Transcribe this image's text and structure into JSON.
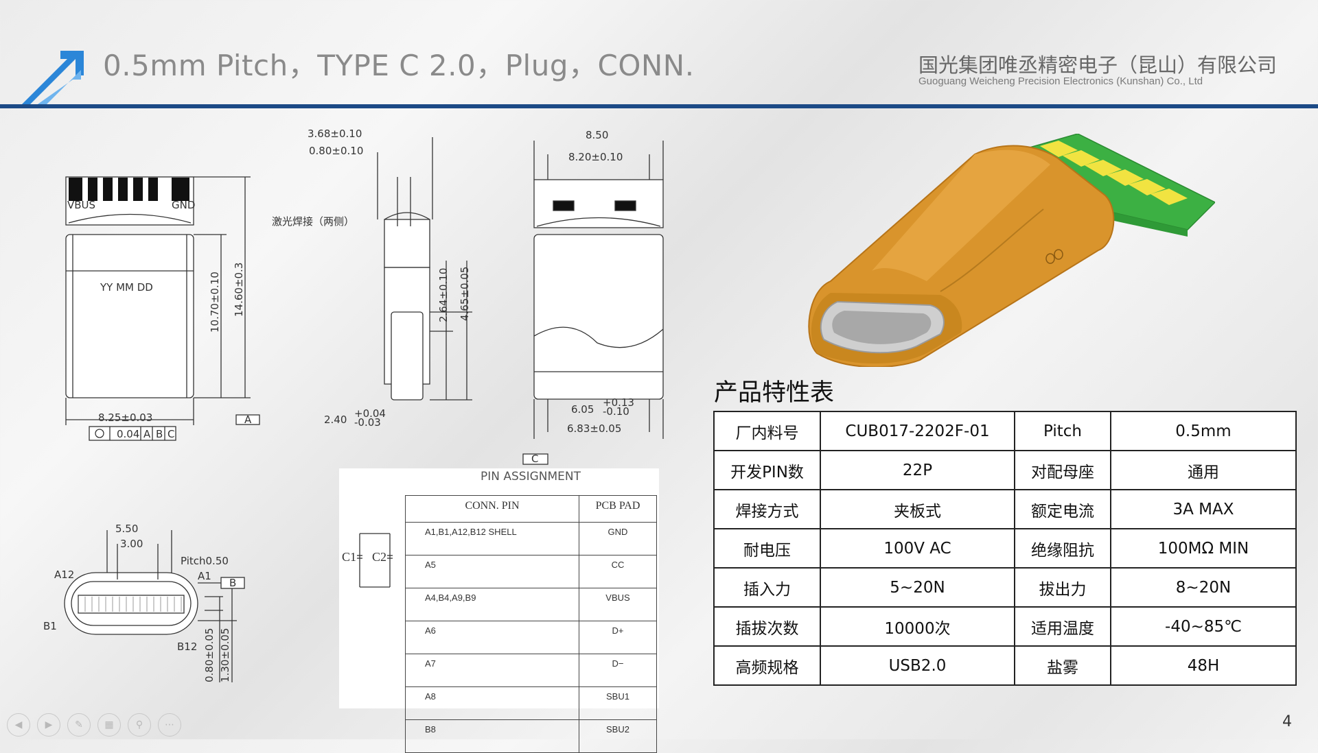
{
  "header": {
    "title": "0.5mm Pitch，TYPE C 2.0，Plug，CONN.",
    "company_cn": "国光集团唯丞精密电子（昆山）有限公司",
    "company_en": "Guoguang Weicheng Precision Electronics (Kunshan) Co., Ltd",
    "accent_color": "#1c4a86",
    "logo_color": "#2b86d8"
  },
  "drawing": {
    "front_pins": [
      "VBUS",
      "GND"
    ],
    "date_code": "YY MM DD",
    "dims": {
      "width_825": "8.25±0.03",
      "h_1070": "10.70±0.10",
      "h_1460": "14.60±0.3",
      "tol": [
        "0.04",
        "A",
        "B",
        "C"
      ],
      "datum_a": "A",
      "side_368": "3.68±0.10",
      "side_080": "0.80±0.10",
      "laser_note": "激光焊接（两侧）",
      "side_264": "2.64±0.10",
      "side_465": "4.65±0.05",
      "side_240": "2.40",
      "side_240_tol_up": "+0.04",
      "side_240_tol_dn": "-0.03",
      "top_850": "8.50",
      "top_820": "8.20±0.10",
      "top_605": "6.05",
      "top_605_up": "+0.13",
      "top_605_dn": "-0.10",
      "top_683": "6.83±0.05",
      "datum_c": "C",
      "end_550": "5.50",
      "end_300": "3.00",
      "pitch": "Pitch0.50",
      "a12": "A12",
      "a1": "A1",
      "b1": "B1",
      "b12": "B12",
      "datum_b": "B",
      "end_080": "0.80±0.05",
      "end_130": "1.30±0.05"
    }
  },
  "pin_assignment": {
    "title": "PIN ASSIGNMENT",
    "c1": "C1",
    "c2": "C2",
    "headers": [
      "CONN. PIN",
      "PCB PAD"
    ],
    "rows": [
      [
        "A1,B1,A12,B12  SHELL",
        "GND"
      ],
      [
        "A5",
        "CC"
      ],
      [
        "A4,B4,A9,B9",
        "VBUS"
      ],
      [
        "A6",
        "D+"
      ],
      [
        "A7",
        "D−"
      ],
      [
        "A8",
        "SBU1"
      ],
      [
        "B8",
        "SBU2"
      ]
    ]
  },
  "spec_table": {
    "title": "产品特性表",
    "rows": [
      [
        "厂内料号",
        "CUB017-2202F-01",
        "Pitch",
        "0.5mm"
      ],
      [
        "开发PIN数",
        "22P",
        "对配母座",
        "通用"
      ],
      [
        "焊接方式",
        "夹板式",
        "额定电流",
        "3A MAX"
      ],
      [
        "耐电压",
        "100V AC",
        "绝缘阻抗",
        "100MΩ MIN"
      ],
      [
        "插入力",
        "5~20N",
        "拔出力",
        "8~20N"
      ],
      [
        "插拔次数",
        "10000次",
        "适用温度",
        "-40~85℃"
      ],
      [
        "高频规格",
        "USB2.0",
        "盐雾",
        "48H"
      ]
    ]
  },
  "footer": {
    "page_number": "4",
    "nav_icons": [
      "prev-icon",
      "next-icon",
      "pen-icon",
      "slides-icon",
      "zoom-icon",
      "more-icon"
    ]
  }
}
